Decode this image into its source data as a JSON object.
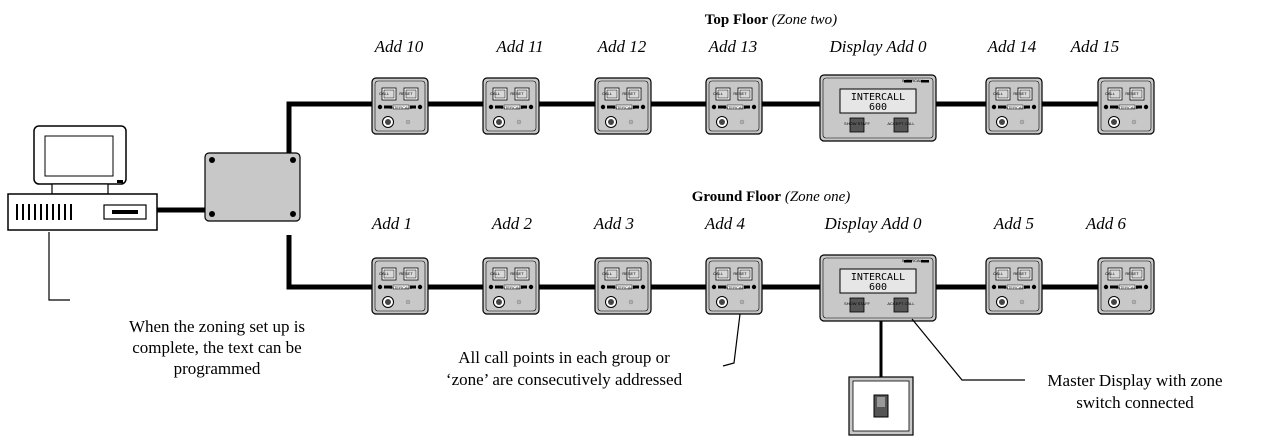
{
  "top_floor": {
    "title": "Top Floor",
    "zone": "(Zone two)",
    "units": [
      "Add 10",
      "Add 11",
      "Add 12",
      "Add 13",
      "Display Add 0",
      "Add 14",
      "Add 15"
    ]
  },
  "ground_floor": {
    "title": "Ground Floor",
    "zone": "(Zone one)",
    "units": [
      "Add 1",
      "Add 2",
      "Add 3",
      "Add 4",
      "Display Add 0",
      "Add 5",
      "Add 6"
    ]
  },
  "display": {
    "brand": "INTERCALL",
    "line1": "INTERCALL",
    "line2": "600",
    "btn_left": "SHOW STAFF",
    "btn_right": "ACCEPT CALL"
  },
  "callpoint": {
    "btn_call": "CALL",
    "btn_reset": "RESET",
    "brand": "INTERCALL"
  },
  "captions": {
    "computer": [
      "When the zoning set up is",
      "complete, the text can be",
      "programmed"
    ],
    "callpoints": [
      "All call points in each group or",
      "‘zone’ are consecutively addressed"
    ],
    "master": [
      "Master Display with zone",
      "switch connected"
    ]
  }
}
